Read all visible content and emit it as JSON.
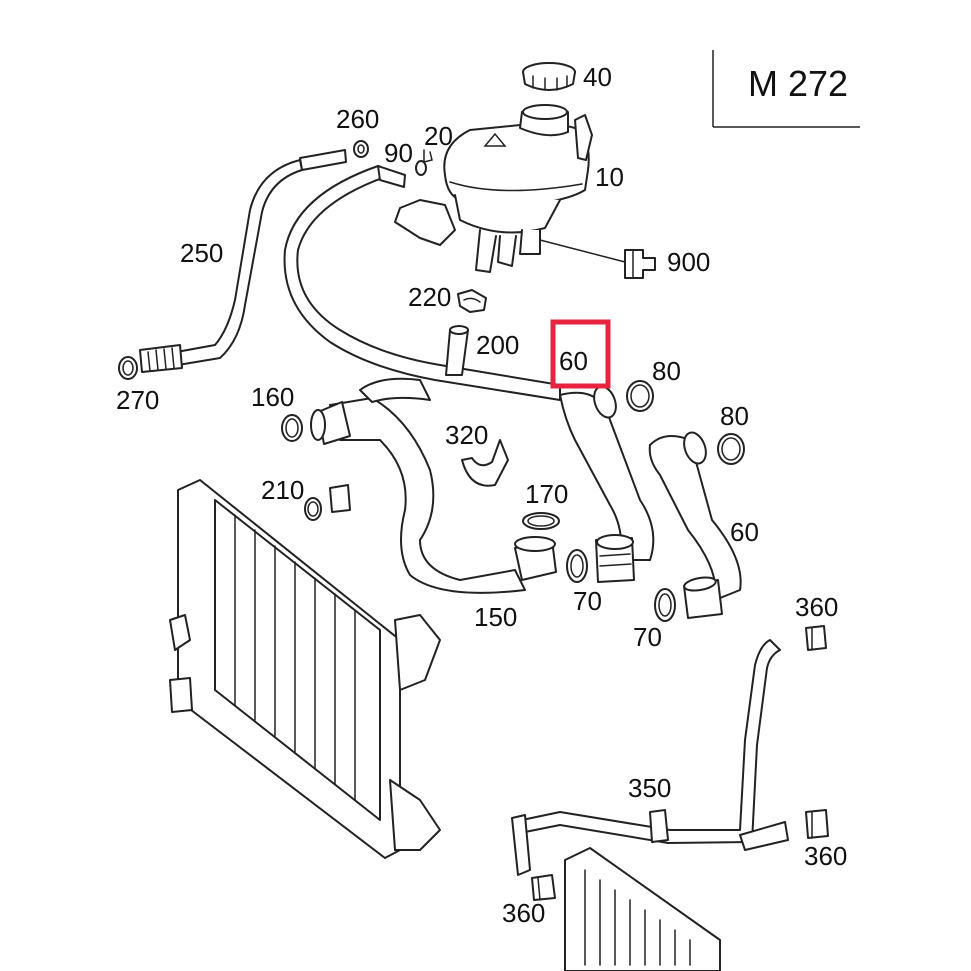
{
  "engine_code": "M 272",
  "highlight_color": "#e8233f",
  "highlighted_part": "60",
  "callouts": {
    "p40": "40",
    "p260": "260",
    "p20": "20",
    "p90": "90",
    "p10": "10",
    "p250": "250",
    "p900": "900",
    "p220": "220",
    "p200": "200",
    "p60_top": "60",
    "p80_a": "80",
    "p80_b": "80",
    "p270": "270",
    "p160": "160",
    "p320": "320",
    "p170": "170",
    "p210": "210",
    "p60_right": "60",
    "p150": "150",
    "p70_a": "70",
    "p70_b": "70",
    "p360_a": "360",
    "p350": "350",
    "p360_b": "360",
    "p360_c": "360"
  }
}
